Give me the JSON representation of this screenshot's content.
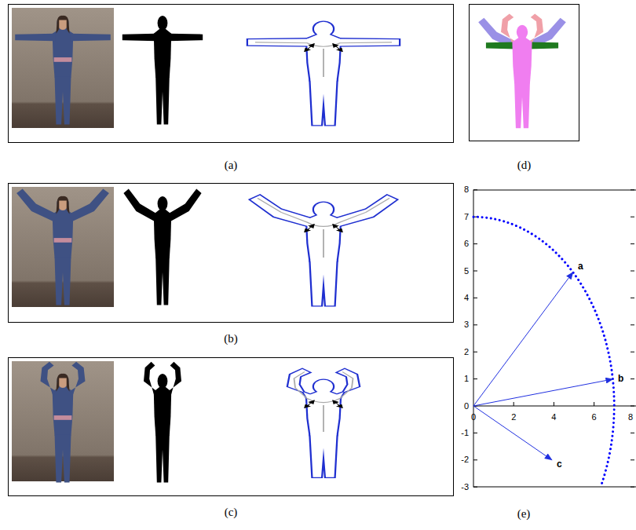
{
  "diagram": {
    "nodes": [
      {
        "text": [
          "(a)"
        ]
      },
      {
        "text": [
          "(b)"
        ]
      },
      {
        "text": [
          "(c)"
        ]
      },
      {
        "text": [
          "(d)"
        ]
      }
    ],
    "labels": [
      "8",
      "7",
      "6",
      "5",
      "4",
      "3",
      "2",
      "1",
      "0",
      "-1",
      "-2",
      "-3",
      "0",
      "2",
      "4",
      "6",
      "8",
      "a",
      "b",
      "c",
      "(e)"
    ]
  }
}
